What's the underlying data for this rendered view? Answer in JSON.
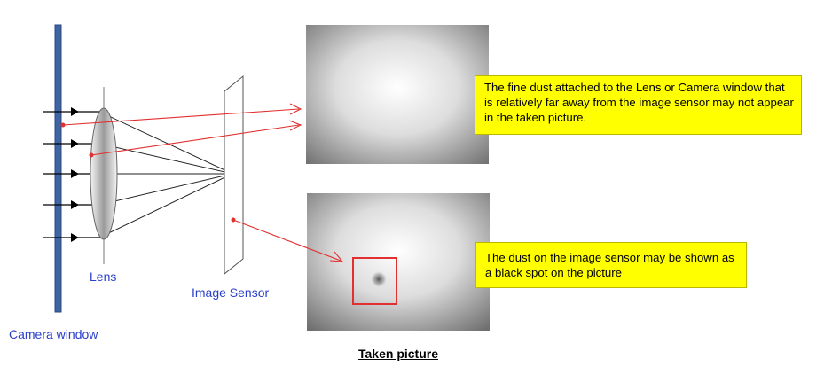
{
  "labels": {
    "lens": "Lens",
    "image_sensor": "Image Sensor",
    "camera_window": "Camera window",
    "taken_picture": "Taken picture"
  },
  "callouts": {
    "far_dust": "The fine dust attached to the Lens or Camera window that is relatively far away from the image sensor may not appear in the taken picture.",
    "sensor_dust": "The dust on the image sensor may be shown as a black spot on the picture"
  },
  "colors": {
    "window_bar": "#3e64a4",
    "label_text": "#2a3fc8",
    "pointer_red": "#e23030",
    "callout_bg": "#ffff00"
  }
}
